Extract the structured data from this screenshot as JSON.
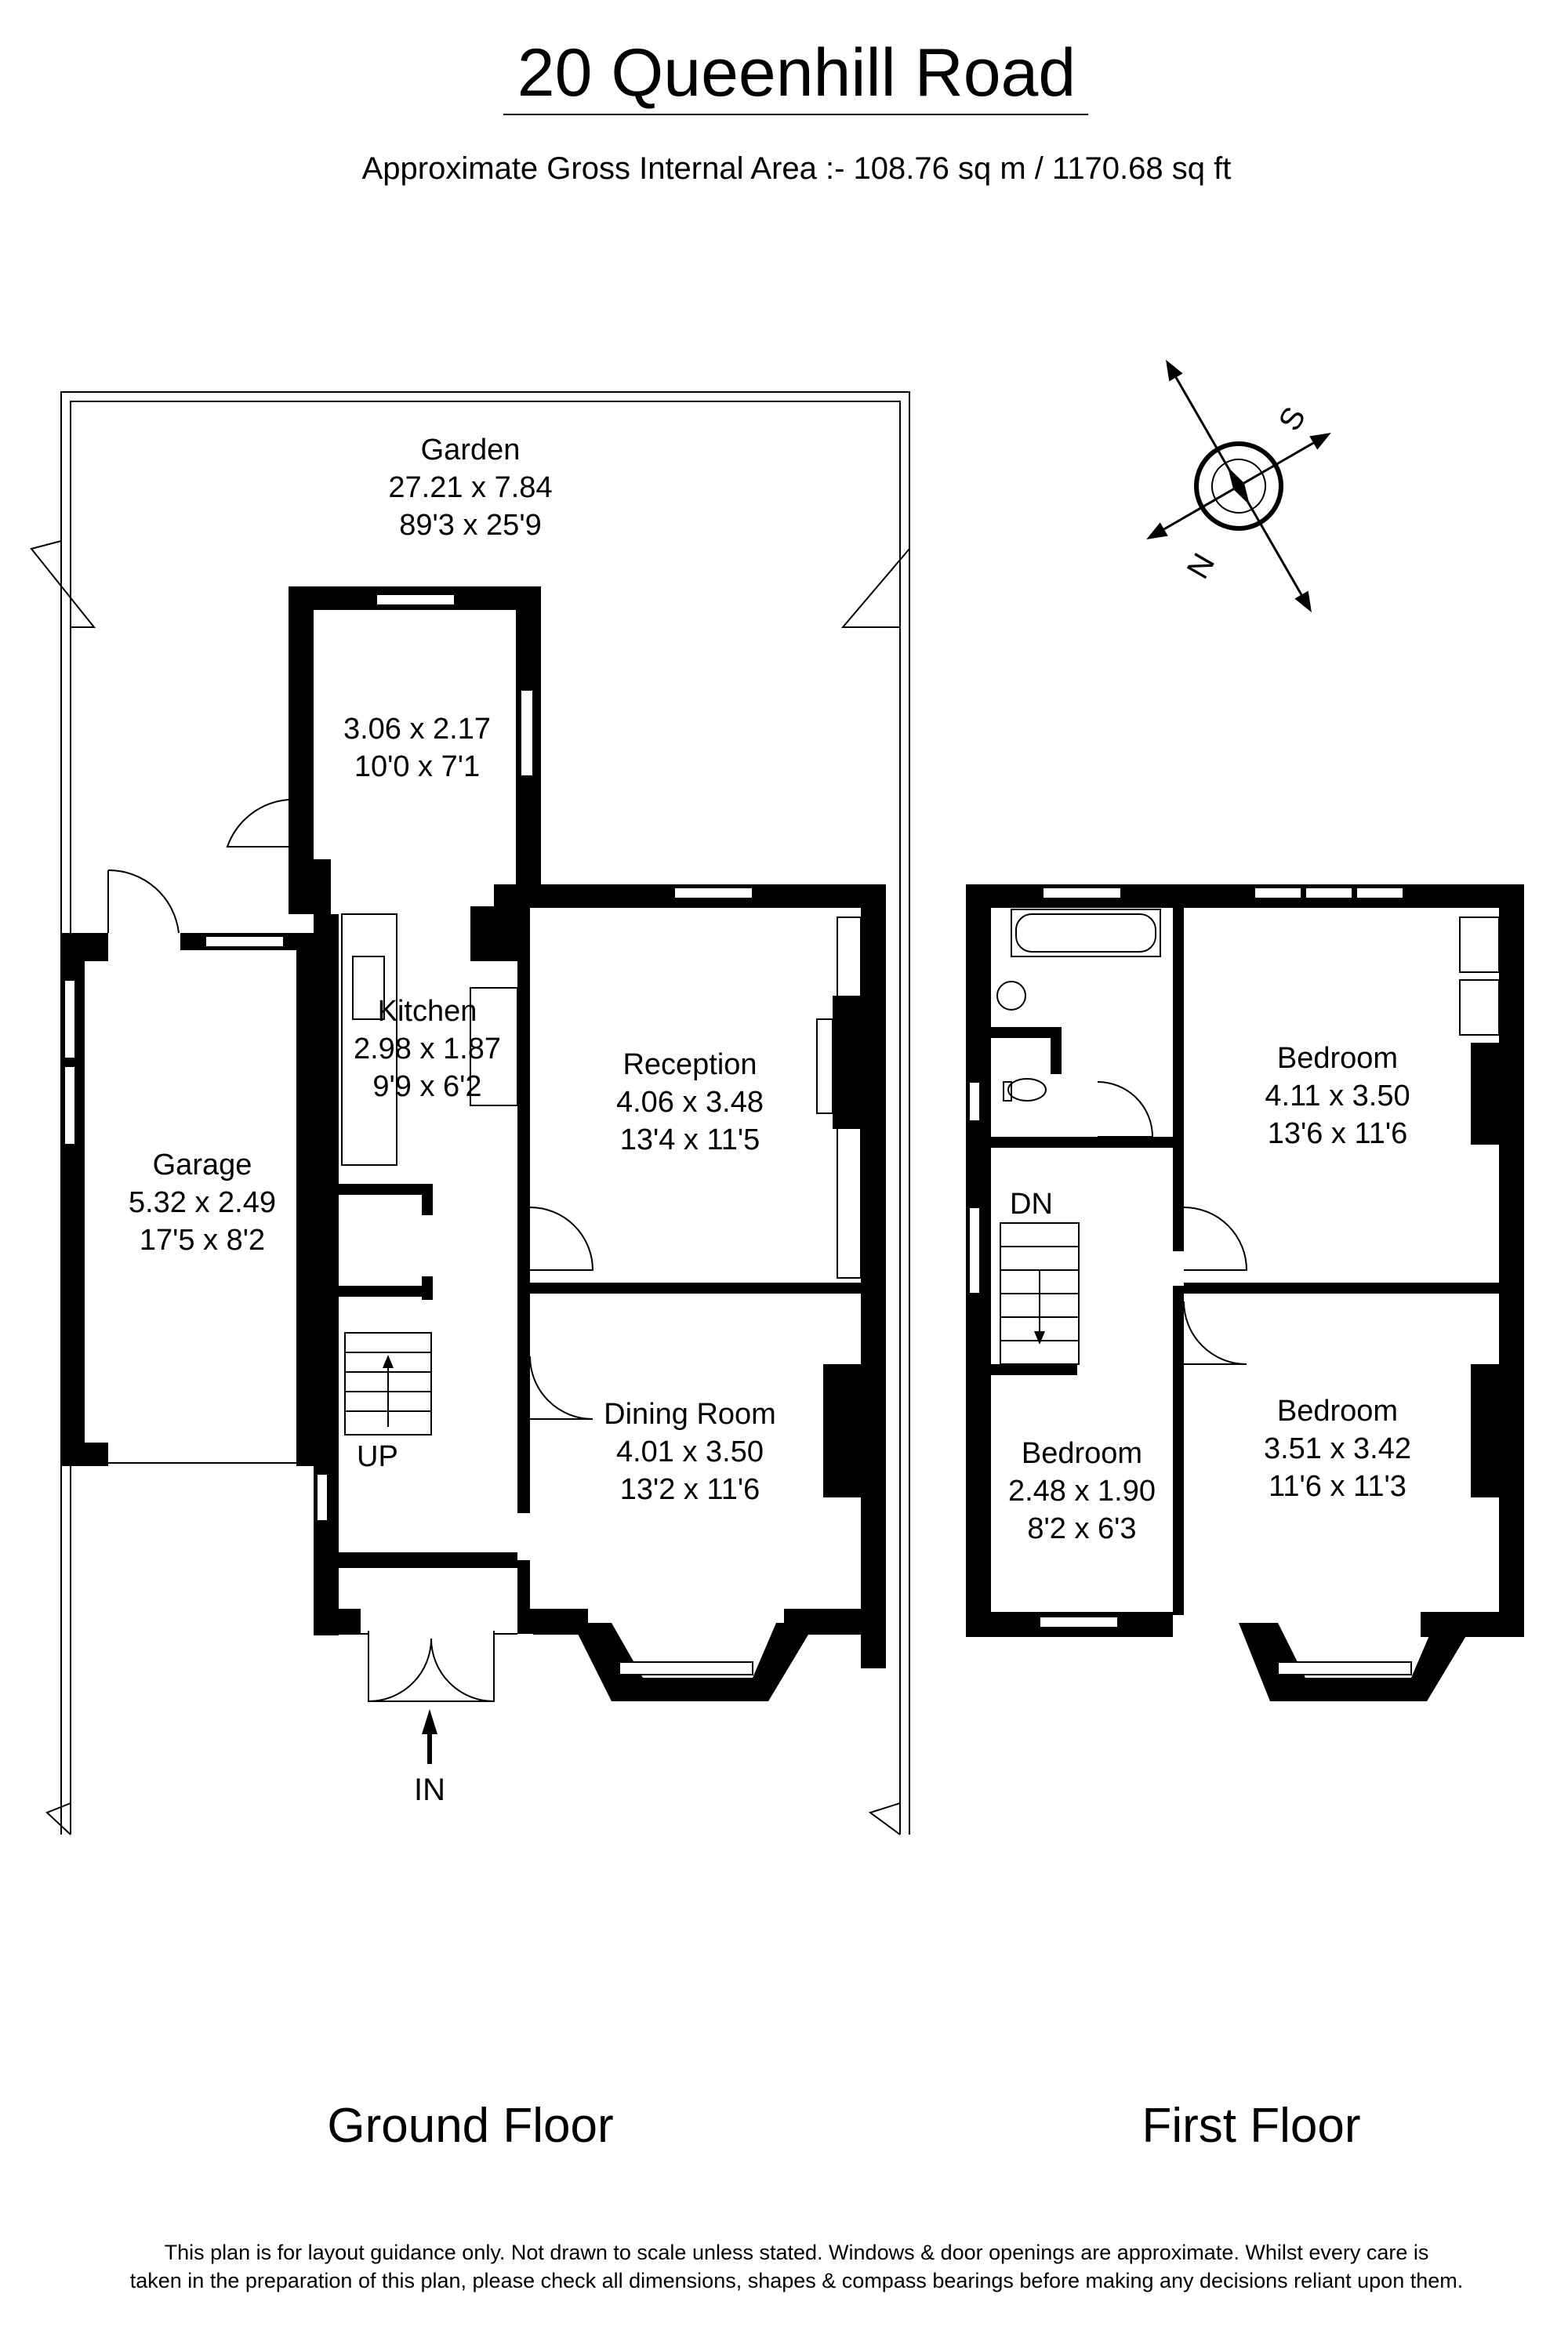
{
  "title": "20 Queenhill Road",
  "subtitle": "Approximate Gross Internal Area :- 108.76 sq m / 1170.68 sq ft",
  "rooms": {
    "garden": {
      "name": "Garden",
      "metric": "27.21 x 7.84",
      "imperial": "89'3 x 25'9"
    },
    "utility": {
      "metric": "3.06 x 2.17",
      "imperial": "10'0 x 7'1"
    },
    "kitchen": {
      "name": "Kitchen",
      "metric": "2.98 x 1.87",
      "imperial": "9'9 x 6'2"
    },
    "reception": {
      "name": "Reception",
      "metric": "4.06 x 3.48",
      "imperial": "13'4 x 11'5"
    },
    "garage": {
      "name": "Garage",
      "metric": "5.32 x 2.49",
      "imperial": "17'5 x 8'2"
    },
    "dining": {
      "name": "Dining Room",
      "metric": "4.01 x 3.50",
      "imperial": "13'2 x 11'6"
    },
    "bedroom1": {
      "name": "Bedroom",
      "metric": "4.11 x 3.50",
      "imperial": "13'6 x 11'6"
    },
    "bedroom2": {
      "name": "Bedroom",
      "metric": "3.51 x 3.42",
      "imperial": "11'6 x 11'3"
    },
    "bedroom3": {
      "name": "Bedroom",
      "metric": "2.48 x 1.90",
      "imperial": "8'2 x 6'3"
    }
  },
  "markers": {
    "up": "UP",
    "down": "DN",
    "entrance": "IN"
  },
  "compass": {
    "north": "N",
    "south": "S"
  },
  "floors": {
    "ground": "Ground Floor",
    "first": "First Floor"
  },
  "disclaimer": {
    "line1": "This plan is for layout guidance only. Not drawn to scale unless stated. Windows & door openings are approximate. Whilst every care is",
    "line2": "taken in the preparation of this plan, please check all dimensions, shapes & compass bearings before making any decisions reliant upon them."
  }
}
